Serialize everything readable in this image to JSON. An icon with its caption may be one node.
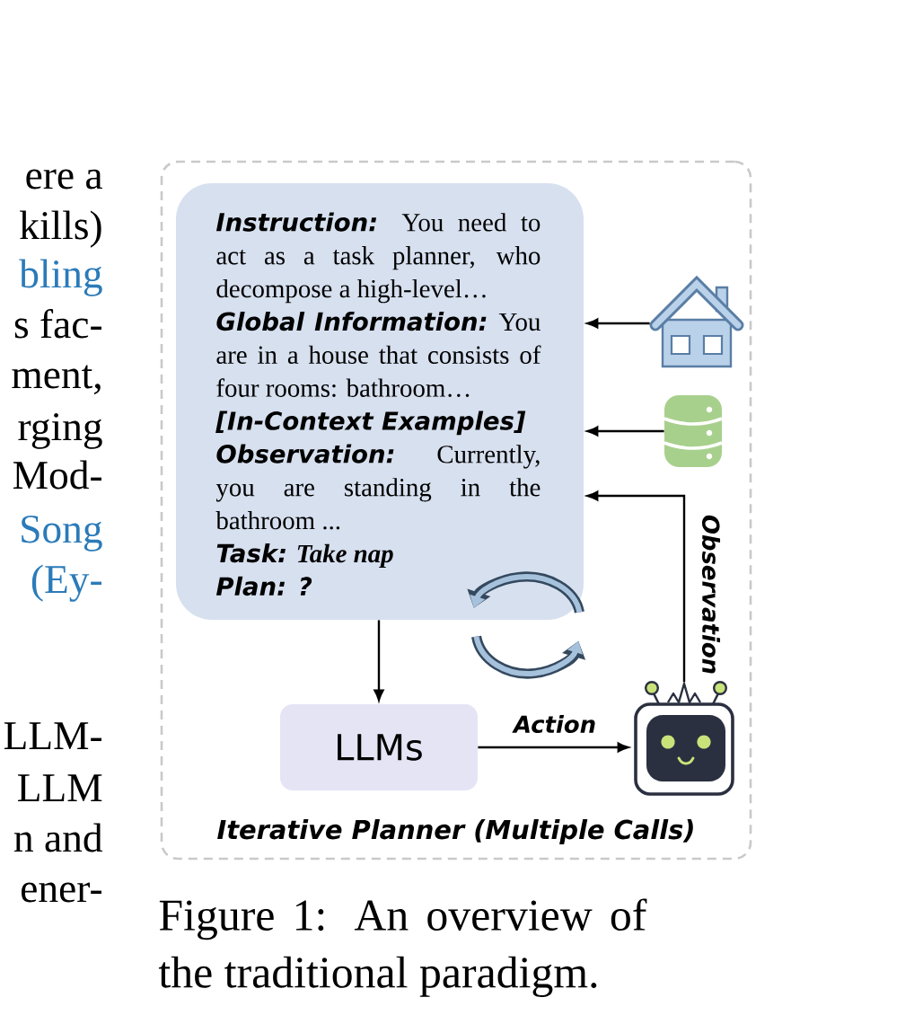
{
  "diagram": {
    "caption": "Figure 1: An overview of the traditional paradigm.",
    "nodes": [
      {
        "text": [
          "Iterative Planner (Multiple Calls)"
        ]
      },
      {
        "text": [
          "**Instruction:** You need to act as a task planner, who decompose a high-level…",
          "**Global Information:** You are in a house that consists of four rooms: bathroom…",
          "[In-Context Examples]",
          "**Observation:** Currently, you are standing in the bathroom ...",
          "**Task:** *Take nap*",
          "Plan: ?"
        ],
        "in": 0
      },
      {
        "text": [
          "LLMs"
        ],
        "in": 0
      },
      {
        "text": [],
        "shape": "picture",
        "in": 0
      },
      {
        "text": [],
        "shape": "cylinder",
        "in": 0
      },
      {
        "text": [],
        "shape": "picture",
        "in": 0
      }
    ],
    "edges": [
      {
        "from": 3,
        "to": 1,
        "arrow": "to"
      },
      {
        "from": 4,
        "to": 1,
        "arrow": "to"
      },
      {
        "from": 5,
        "to": 1,
        "arrow": "to",
        "label": "Observation"
      },
      {
        "from": 1,
        "to": 2,
        "arrow": "to"
      },
      {
        "from": 2,
        "to": 5,
        "arrow": "to",
        "label": "Action"
      }
    ],
    "labels": [
      "ere a",
      "kills)",
      "bling",
      "s fac-",
      "ment,",
      "rging",
      "Mod-",
      "Song",
      "(Ey-",
      "LLM-",
      "LLM",
      "n and",
      "ener-"
    ]
  }
}
